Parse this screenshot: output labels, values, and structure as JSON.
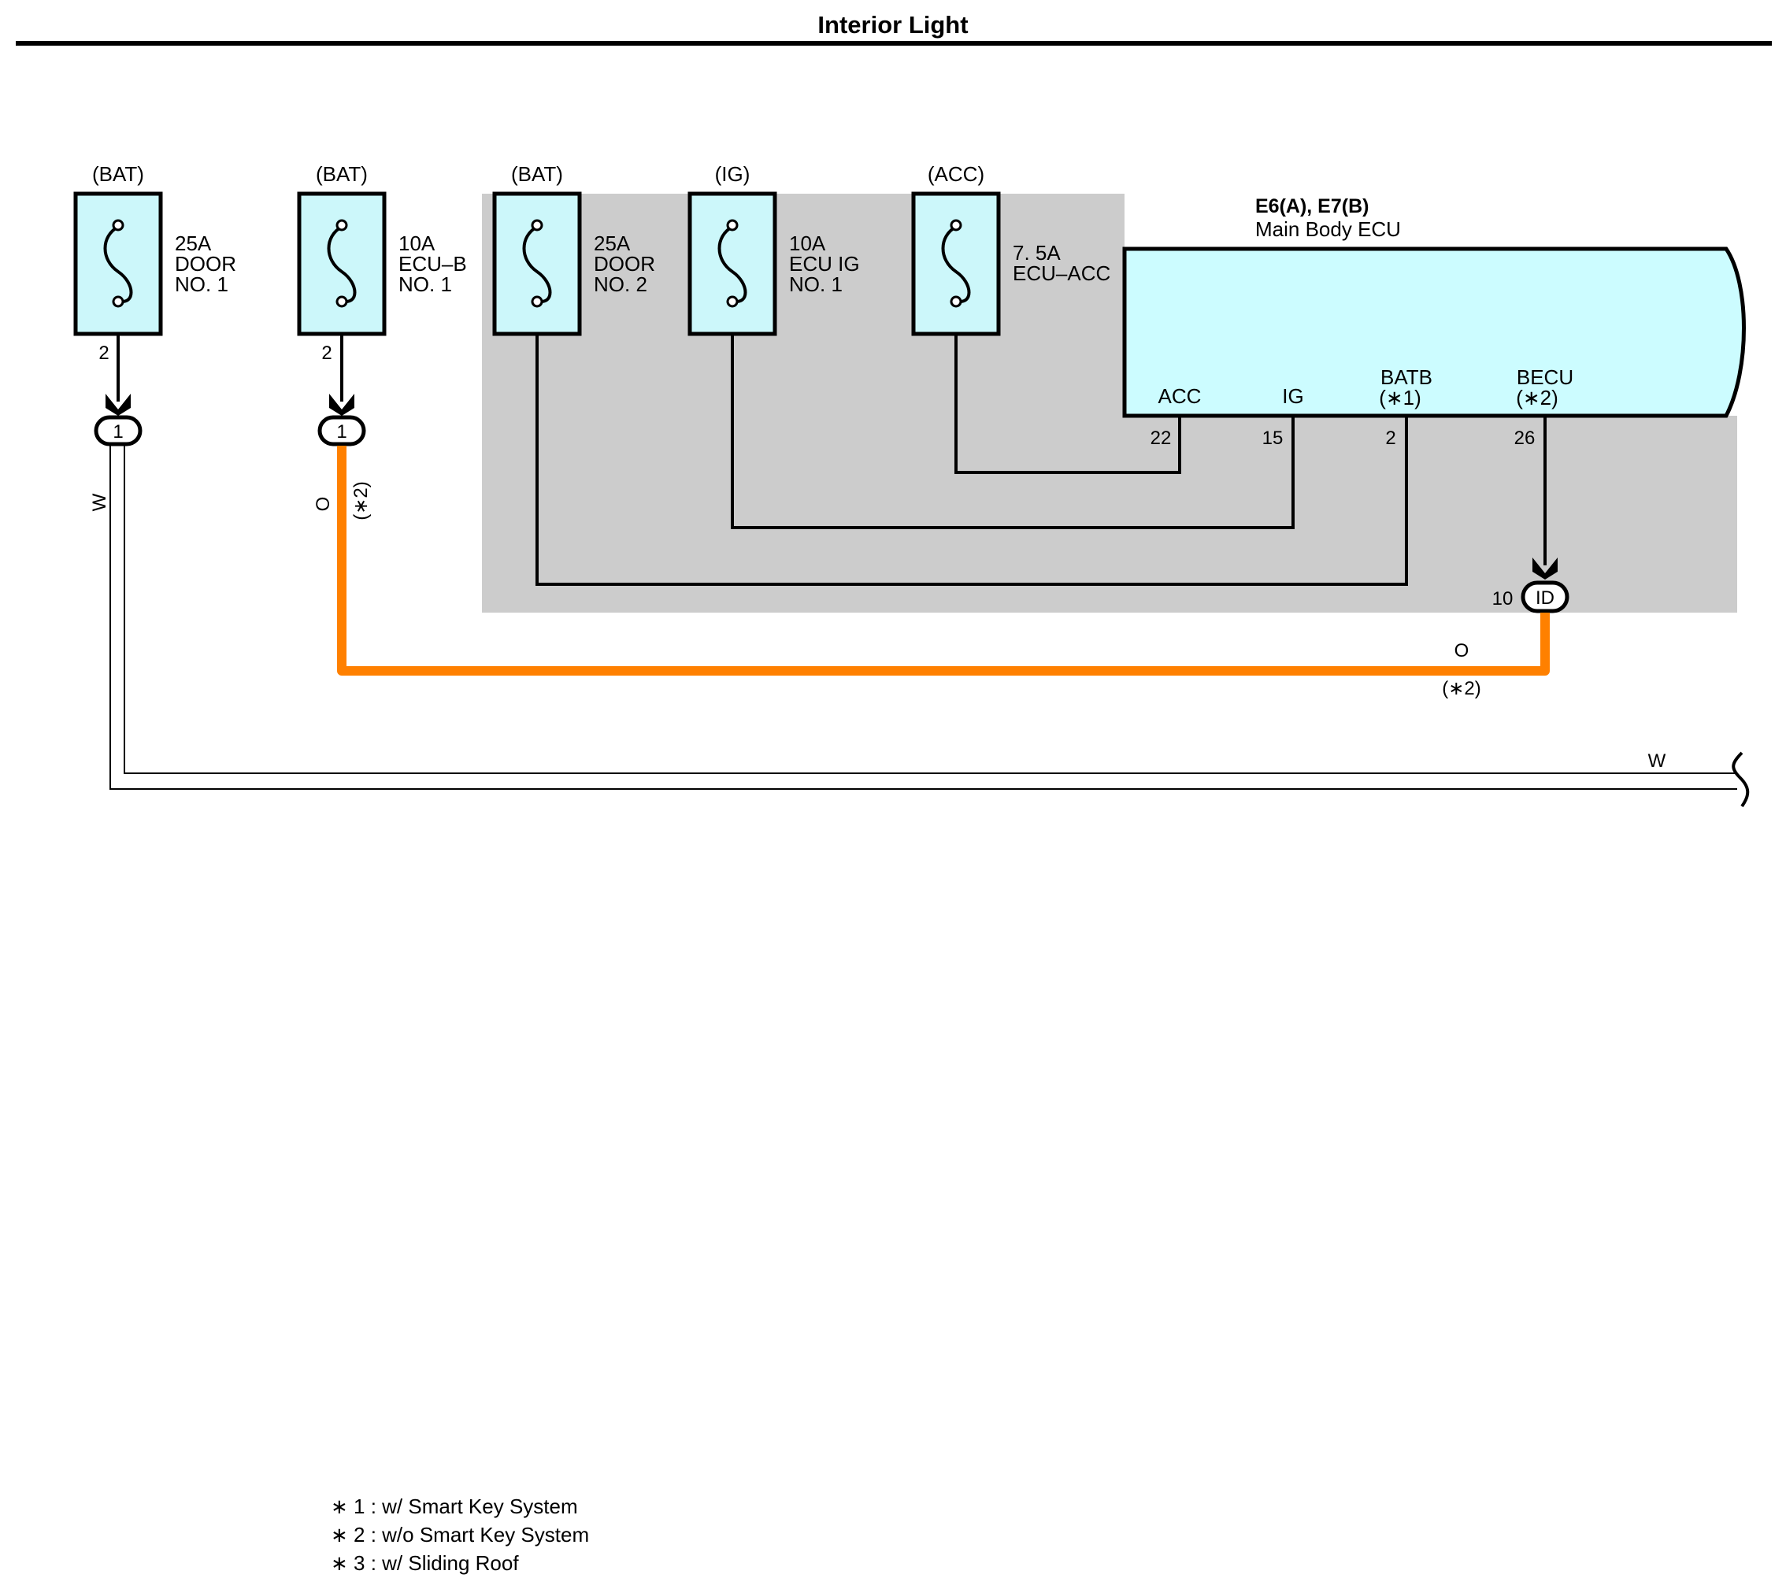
{
  "title": "Interior Light",
  "colors": {
    "fuse_fill": "#ccf7fa",
    "ecu_fill": "#ccfcff",
    "shade": "#cccccc",
    "orange_wire": "#ff8000",
    "line": "#000000"
  },
  "fuses": [
    {
      "source": "(BAT)",
      "lines": [
        "25A",
        "DOOR",
        "NO. 1"
      ],
      "pin": "2",
      "connector": "1"
    },
    {
      "source": "(BAT)",
      "lines": [
        "10A",
        "ECU–B",
        "NO. 1"
      ],
      "pin": "2",
      "connector": "1"
    },
    {
      "source": "(BAT)",
      "lines": [
        "25A",
        "DOOR",
        "NO. 2"
      ]
    },
    {
      "source": "(IG)",
      "lines": [
        "10A",
        "ECU IG",
        "NO. 1"
      ]
    },
    {
      "source": "(ACC)",
      "lines": [
        "7. 5A",
        "ECU–ACC"
      ]
    }
  ],
  "ecu": {
    "code": "E6(A), E7(B)",
    "name": "Main Body ECU",
    "terminals": [
      {
        "name": "ACC",
        "note": "",
        "pin": "22"
      },
      {
        "name": "IG",
        "note": "",
        "pin": "15"
      },
      {
        "name": "BATB",
        "note": "(∗1)",
        "pin": "2"
      },
      {
        "name": "BECU",
        "note": "(∗2)",
        "pin": "26"
      }
    ]
  },
  "junction": {
    "label": "ID",
    "pin": "10"
  },
  "wires": {
    "w_left": "W",
    "o_left": "O",
    "o_left_note": "(∗2)",
    "o_right": "O",
    "o_right_note": "(∗2)",
    "w_right": "W"
  },
  "legend": [
    "∗ 1 : w/ Smart Key System",
    "∗ 2 : w/o Smart Key System",
    "∗ 3 : w/ Sliding Roof"
  ]
}
